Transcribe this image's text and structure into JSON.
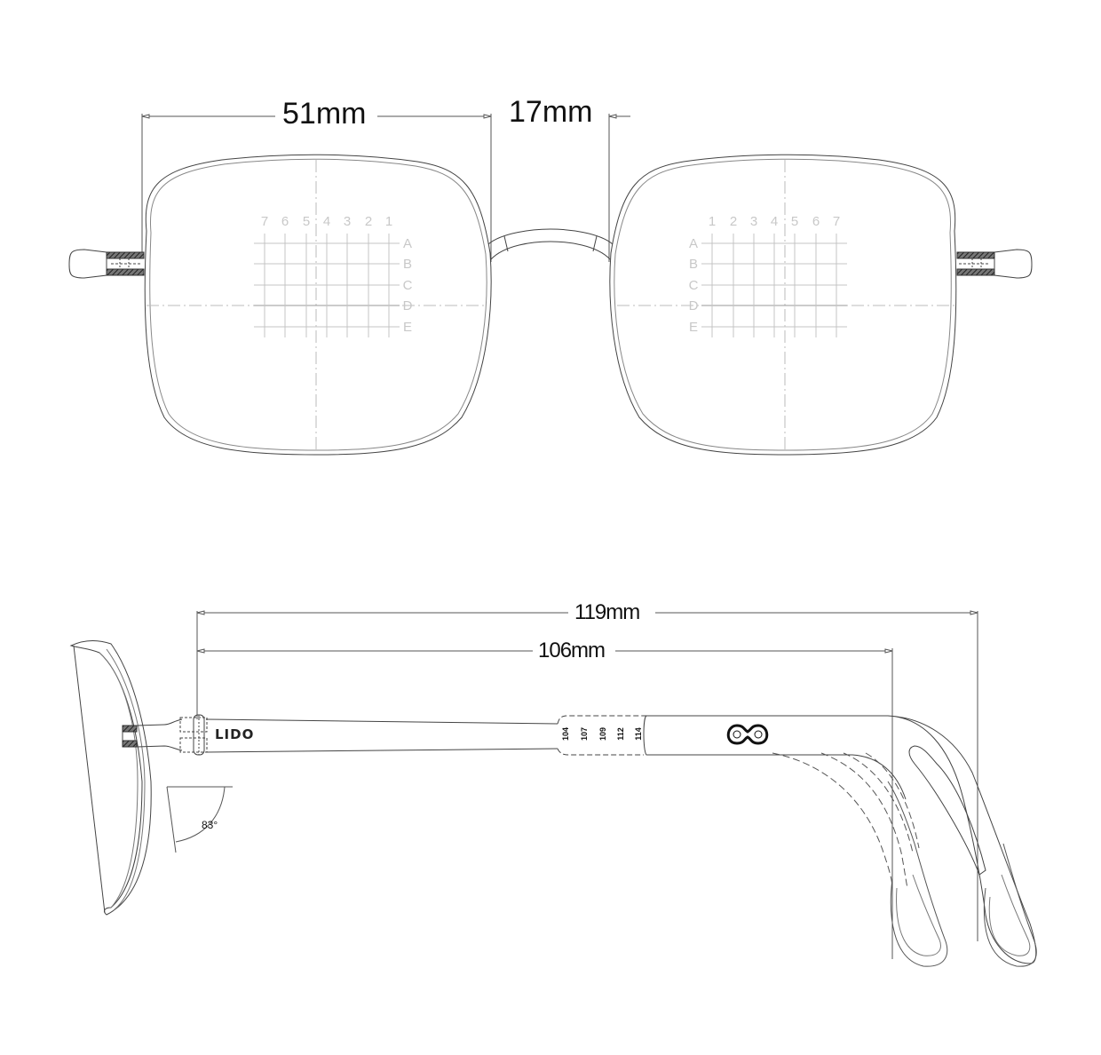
{
  "front_view": {
    "lens_width": "51mm",
    "bridge_width": "17mm",
    "left_lens_grid": {
      "columns": [
        "7",
        "6",
        "5",
        "4",
        "3",
        "2",
        "1"
      ],
      "rows": [
        "A",
        "B",
        "C",
        "D",
        "E"
      ]
    },
    "right_lens_grid": {
      "columns": [
        "1",
        "2",
        "3",
        "4",
        "5",
        "6",
        "7"
      ],
      "rows": [
        "A",
        "B",
        "C",
        "D",
        "E"
      ]
    }
  },
  "side_view": {
    "total_temple_length": "119mm",
    "temple_length_to_bend": "106mm",
    "pantoscopic_angle": "83°",
    "brand_mark": "LIDO",
    "size_marks": [
      "104",
      "107",
      "109",
      "112",
      "114"
    ],
    "logo_icon": "double-ring-logo-icon"
  },
  "colors": {
    "line": "#333333",
    "grid": "#c8c8c8",
    "text": "#111111"
  }
}
